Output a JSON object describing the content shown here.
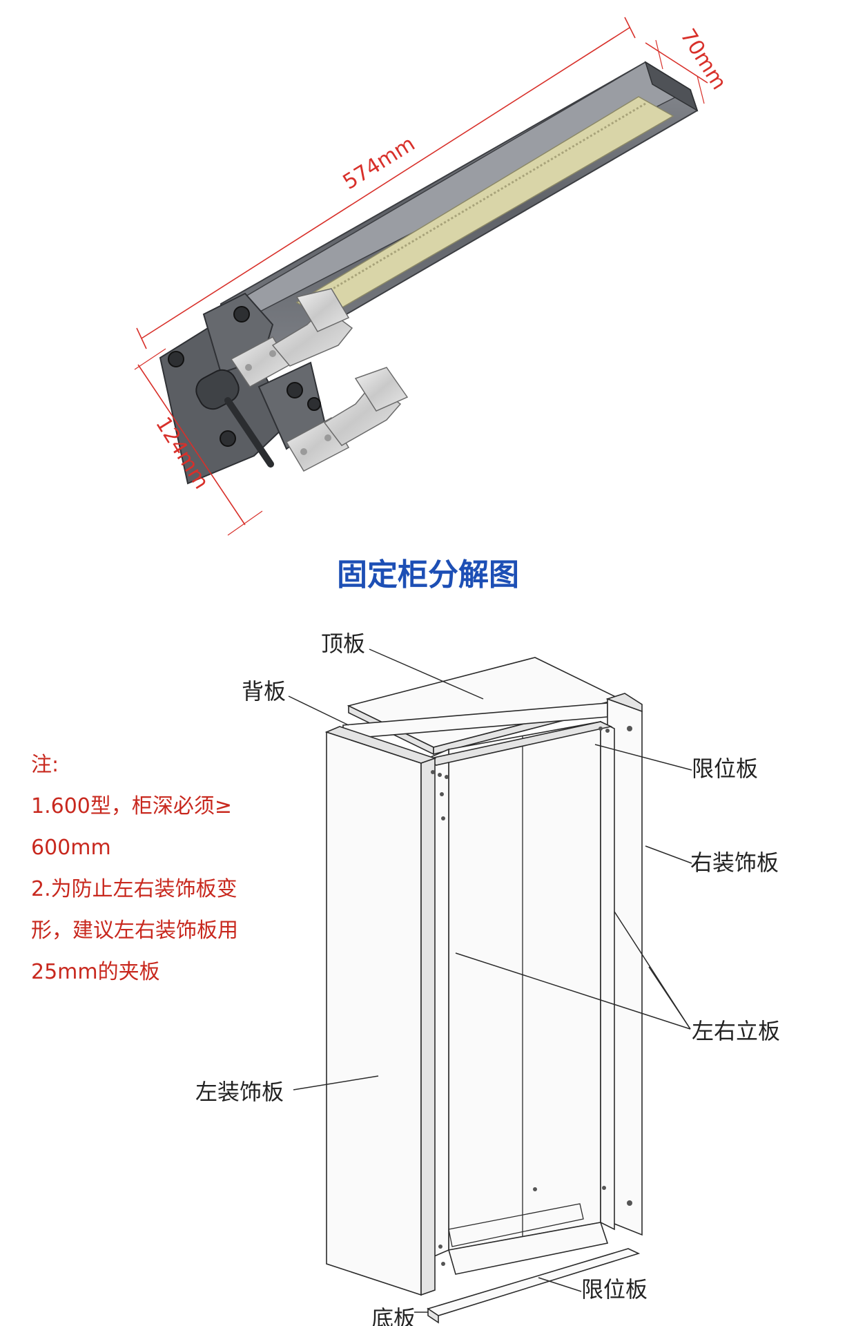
{
  "dimensions": {
    "length": "574mm",
    "width": "70mm",
    "height": "124mm"
  },
  "section_title": "固定柜分解图",
  "notes": {
    "heading": "注:",
    "lines": [
      "1.600型，柜深必须≥",
      "600mm",
      "2.为防止左右装饰板变",
      "形，建议左右装饰板用",
      "25mm的夹板"
    ]
  },
  "parts": {
    "top_board": "顶板",
    "back_board": "背板",
    "limit_board_top": "限位板",
    "right_decor_board": "右装饰板",
    "side_boards": "左右立板",
    "left_decor_board": "左装饰板",
    "limit_board_bottom": "限位板",
    "bottom_board": "底板"
  },
  "colors": {
    "dimension": "#d8302a",
    "title": "#1d4fb5",
    "note": "#c8281e",
    "rail": "#6d7076",
    "rack": "#d9d5a8"
  }
}
